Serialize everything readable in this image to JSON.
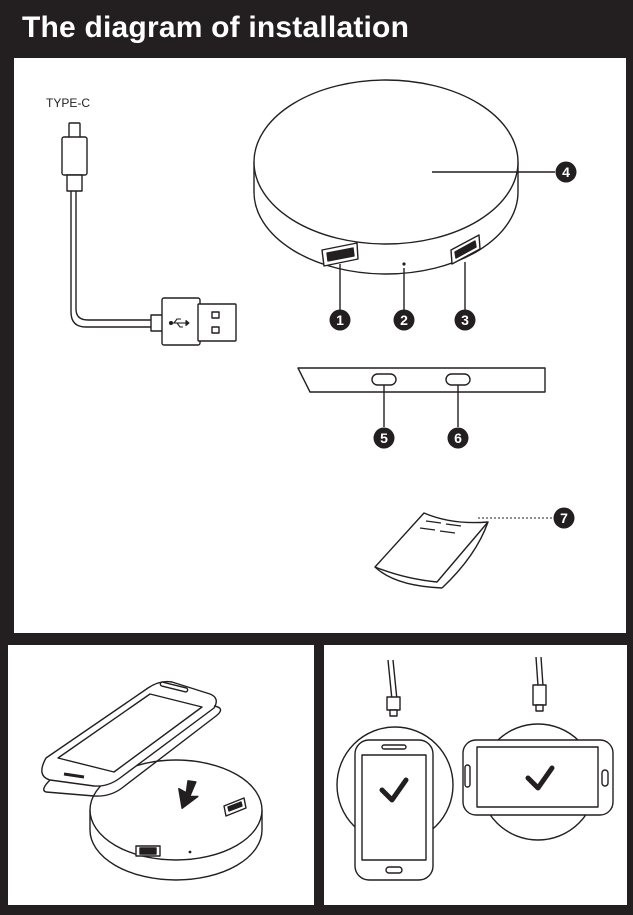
{
  "header": {
    "title": "The diagram of installation"
  },
  "cable": {
    "label": "TYPE-C"
  },
  "callouts": [
    "1",
    "2",
    "3",
    "4",
    "5",
    "6",
    "7"
  ],
  "colors": {
    "ink": "#231f20",
    "paper": "#ffffff",
    "check": "#231f20"
  }
}
